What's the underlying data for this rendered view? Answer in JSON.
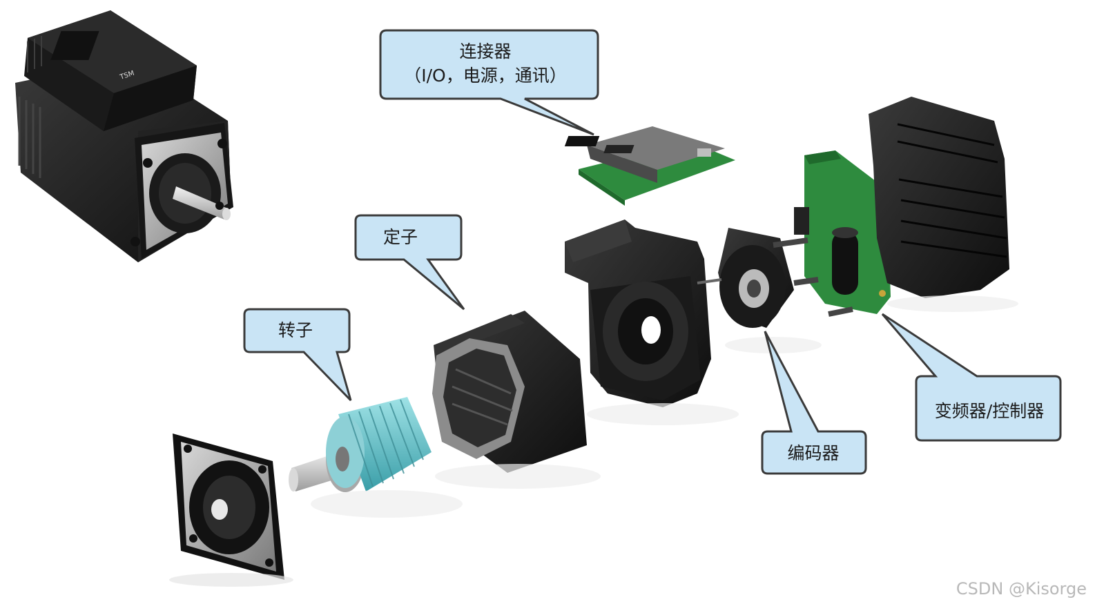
{
  "labels": {
    "connector_line1": "连接器",
    "connector_line2": "（I/O，电源，通讯）",
    "stator": "定子",
    "rotor": "转子",
    "encoder": "编码器",
    "controller": "变频器/控制器"
  },
  "watermark": "CSDN @Kisorge",
  "colors": {
    "callout_fill": "#c9e4f5",
    "callout_stroke": "#3a3a3a",
    "motor_body": "#1c1c1c",
    "metal": "#9a9a9a",
    "pcb_green": "#2e8b3e",
    "rotor_teal": "#5fc0c8"
  }
}
